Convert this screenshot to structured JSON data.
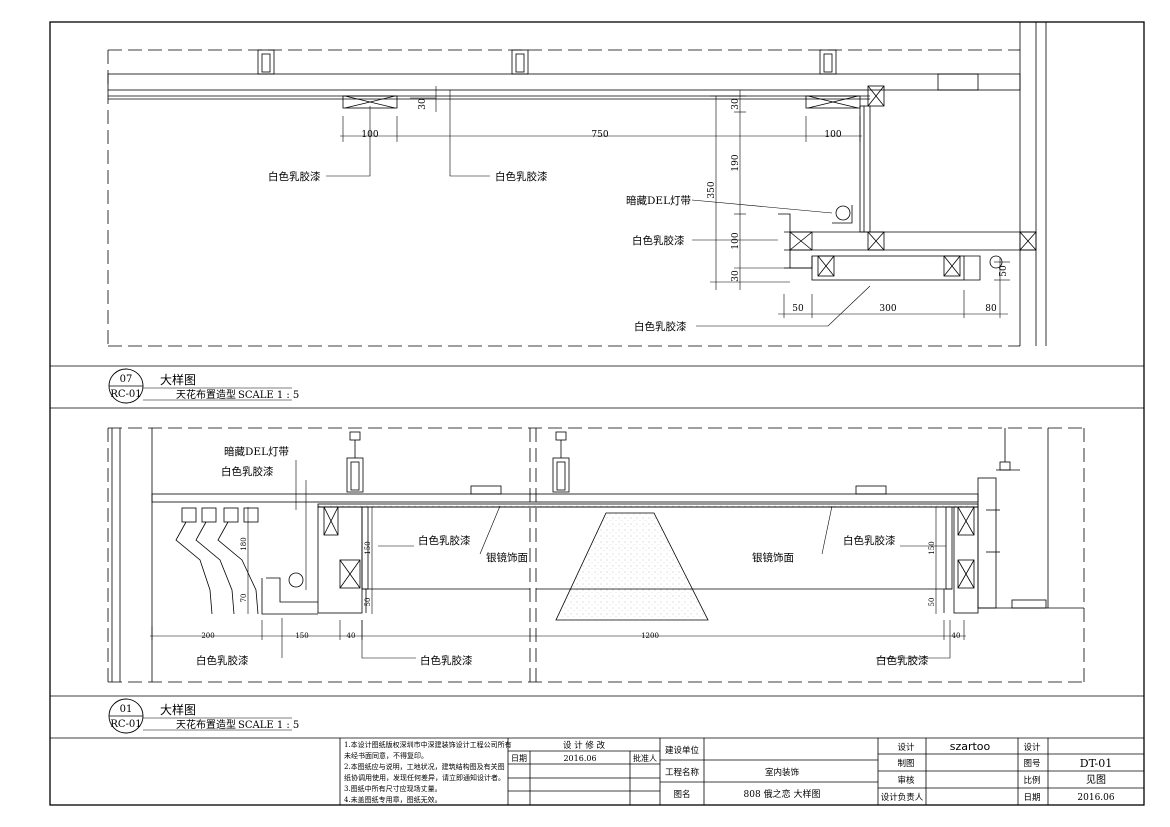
{
  "detail_top": {
    "labels": {
      "paint_a": "白色乳胶漆",
      "paint_b": "白色乳胶漆",
      "led": "暗藏DEL灯带",
      "paint_c": "白色乳胶漆",
      "paint_d": "白色乳胶漆"
    },
    "dims": {
      "d100a": "100",
      "d750": "750",
      "d100b": "100",
      "d30a": "30",
      "d30b": "30",
      "d190": "190",
      "d350": "350",
      "d100c": "100",
      "d30c": "30",
      "d50a": "50",
      "d300": "300",
      "d80": "80",
      "d50b": "50"
    },
    "title": {
      "num": "07",
      "ref": "RC-01",
      "name": "大样图",
      "sub": "天花布置造型",
      "scale": "SCALE 1 : 5"
    }
  },
  "detail_bottom": {
    "labels": {
      "led": "暗藏DEL灯带",
      "paint_a": "白色乳胶漆",
      "paint_b": "白色乳胶漆",
      "mirror_a": "银镜饰面",
      "mirror_b": "银镜饰面",
      "paint_c": "白色乳胶漆",
      "paint_d": "白色乳胶漆",
      "paint_e": "白色乳胶漆",
      "paint_f": "白色乳胶漆"
    },
    "dims": {
      "d200": "200",
      "d150a": "150",
      "d40a": "40",
      "d1200": "1200",
      "d40b": "40",
      "d180": "180",
      "d70": "70",
      "d150b": "150",
      "d50a": "50",
      "d150c": "150",
      "d50b": "50"
    },
    "title": {
      "num": "01",
      "ref": "RC-01",
      "name": "大样图",
      "sub": "天花布置造型",
      "scale": "SCALE 1 : 5"
    }
  },
  "title_block": {
    "notes": [
      "1.本设计图纸版权深圳市中深建装饰设计工程公司所有",
      "未经书面同意，不得复印。",
      "2.本图纸应与说明，工地状况，建筑结构图及有关图",
      "纸协调用使用，发现任何差异，请立即通知设计者。",
      "3.图纸中所有尺寸应现场丈量。",
      "4.未盖图纸专用章，图纸无效。"
    ],
    "revision_title": "设 计 修 改",
    "date_label": "日期",
    "date_value": "2016.06",
    "approver_label": "批准人",
    "client_label": "建设单位",
    "project_label": "工程名称",
    "project_value": "室内装饰",
    "drawing_label": "图名",
    "drawing_value": "808 俄之恋 大样图",
    "design_label": "设计",
    "design_value": "szartoo",
    "design_label2": "设计",
    "draw_label": "制图",
    "review_label": "审核",
    "lead_label": "设计负责人",
    "sheet_label": "图号",
    "sheet_value": "DT-01",
    "ratio_label": "比例",
    "ratio_value": "见图",
    "date2_label": "日期",
    "date2_value": "2016.06"
  }
}
